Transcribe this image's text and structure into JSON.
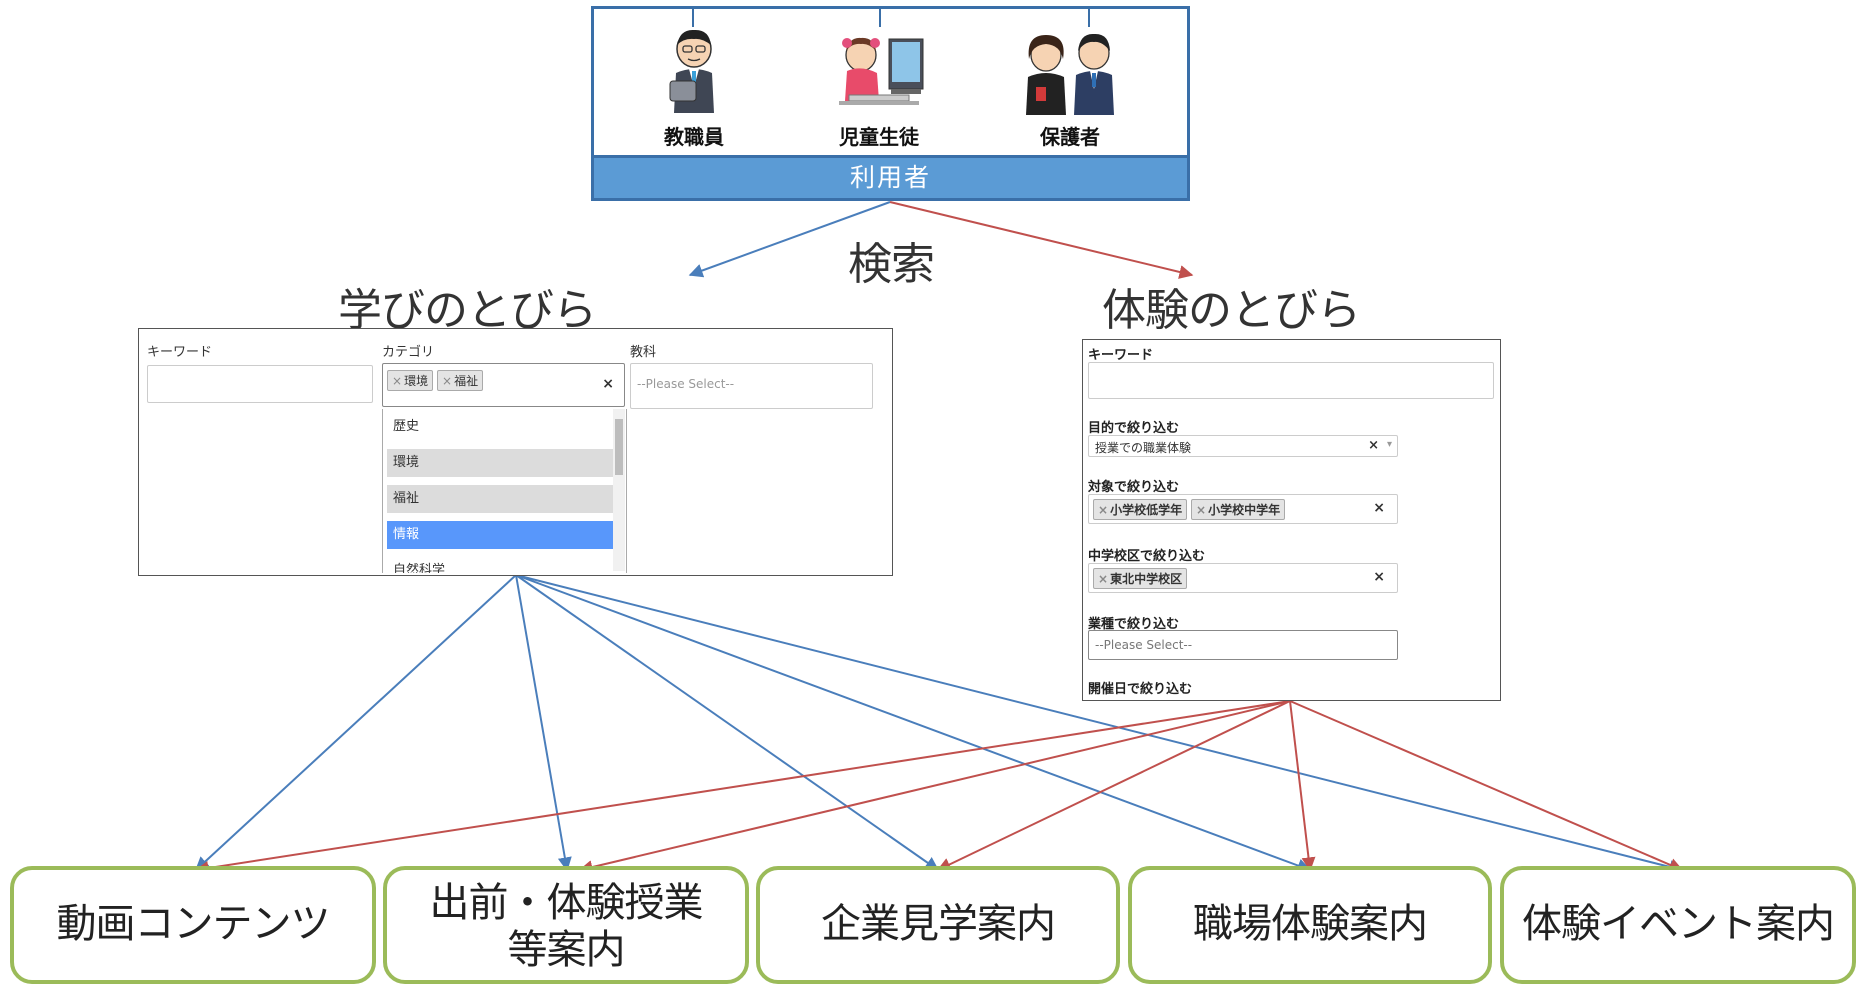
{
  "users": {
    "roles": [
      {
        "label": "教職員",
        "icon": "teacher-with-tablet-icon"
      },
      {
        "label": "児童生徒",
        "icon": "student-at-computer-icon"
      },
      {
        "label": "保護者",
        "icon": "parents-icon"
      }
    ],
    "bar_label": "利用者"
  },
  "search_label": "検索",
  "manabi": {
    "title": "学びのとびら",
    "keyword_label": "キーワード",
    "category_label": "カテゴリ",
    "category_tags": [
      "環境",
      "福祉"
    ],
    "tag_remove": "×",
    "clear": "×",
    "subject_label": "教科",
    "subject_placeholder": "--Please Select--",
    "dropdown_options": [
      "歴史",
      "環境",
      "福祉",
      "情報",
      "自然科学"
    ]
  },
  "taiken": {
    "title": "体験のとびら",
    "keyword_label": "キーワード",
    "purpose_label": "目的で絞り込む",
    "purpose_value": "授業での職業体験",
    "purpose_clear": "×",
    "purpose_arrow": "▾",
    "target_label": "対象で絞り込む",
    "target_tags": [
      "小学校低学年",
      "小学校中学年"
    ],
    "district_label": "中学校区で絞り込む",
    "district_tags": [
      "東北中学校区"
    ],
    "tag_remove": "×",
    "clear": "×",
    "industry_label": "業種で絞り込む",
    "industry_placeholder": "--Please Select--",
    "date_label": "開催日で絞り込む"
  },
  "results": [
    {
      "line1": "動画コンテンツ",
      "line2": ""
    },
    {
      "line1": "出前・体験授業",
      "line2": "等案内"
    },
    {
      "line1": "企業見学案内",
      "line2": ""
    },
    {
      "line1": "職場体験案内",
      "line2": ""
    },
    {
      "line1": "体験イベント案内",
      "line2": ""
    }
  ],
  "colors": {
    "blue_arrow": "#4a7ebb",
    "red_arrow": "#c0504d",
    "users_bar": "#5b9bd5",
    "result_border": "#9bbb59",
    "selected_option": "#5897fb"
  }
}
